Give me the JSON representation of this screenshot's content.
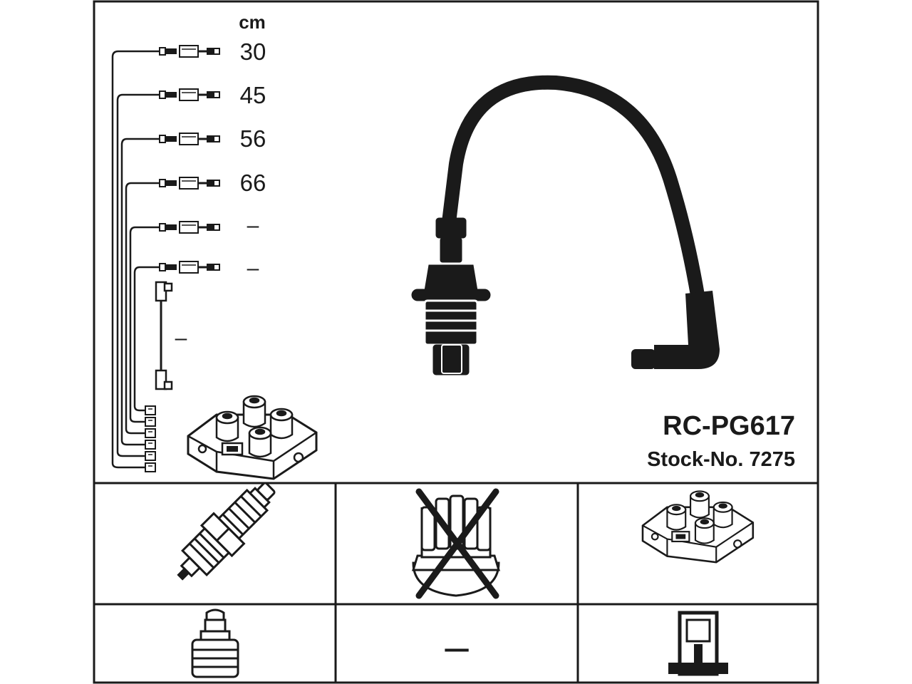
{
  "spec": {
    "unit": "cm",
    "lengths": [
      "30",
      "45",
      "56",
      "66",
      "–",
      "–"
    ],
    "coil_wire_length": "–"
  },
  "product": {
    "code": "RC-PG617",
    "stock_label": "Stock-No. 7275"
  },
  "compat": {
    "dash": "–"
  },
  "colors": {
    "line": "#1a1a1a",
    "background": "#ffffff"
  }
}
